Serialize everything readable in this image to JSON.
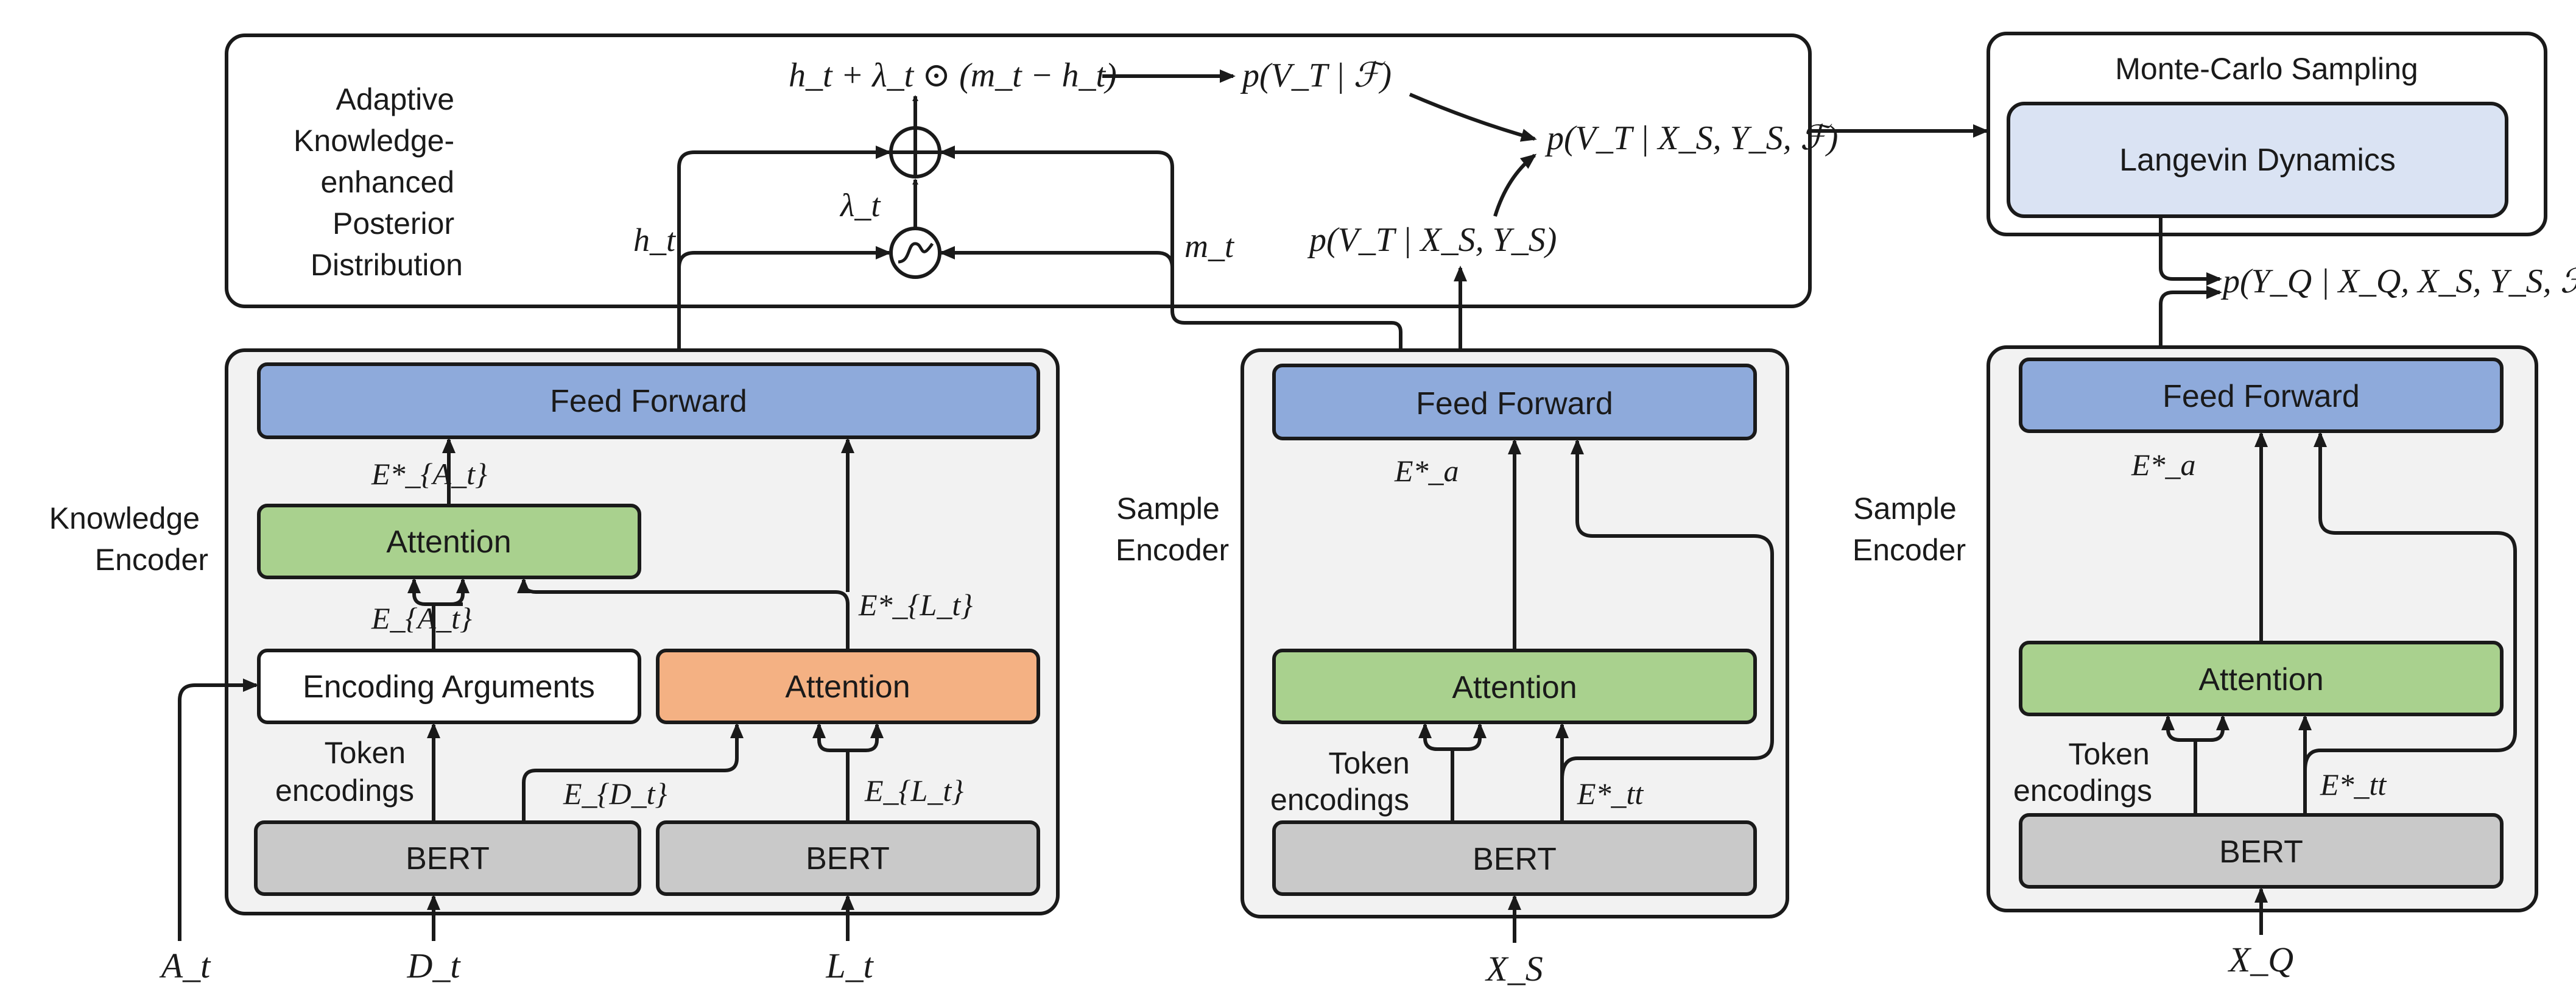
{
  "colors": {
    "feed_forward": "#8eaadb",
    "attention_green": "#a9d18e",
    "attention_orange": "#f4b183",
    "bert": "#c9c9c9",
    "langevin": "#dae3f3",
    "module_bg": "#f2f2f2",
    "stroke": "#1a1a1a"
  },
  "posterior": {
    "title_lines": [
      "Adaptive",
      "Knowledge-",
      "enhanced",
      "Posterior",
      "Distribution"
    ],
    "update_formula": "h_t + λ_t ⊙ (m_t − h_t)",
    "p_prior": "p(V_T | ℱ)",
    "p_combined": "p(V_T | X_S, Y_S, ℱ)",
    "p_sample": "p(V_T | X_S, Y_S)",
    "h_label": "h_t",
    "m_label": "m_t",
    "lambda_label": "λ_t",
    "plus_icon": "circled-plus-icon",
    "sigmoid_icon": "sigmoid-gate-icon"
  },
  "monte_carlo": {
    "title": "Monte-Carlo Sampling",
    "inner": "Langevin Dynamics",
    "output": "p(Y_Q | X_Q, X_S, Y_S, ℱ)"
  },
  "knowledge_encoder": {
    "label_lines": [
      "Knowledge",
      "Encoder"
    ],
    "feed_forward": "Feed Forward",
    "attention_a": "Attention",
    "encoding_arguments": "Encoding Arguments",
    "attention_l": "Attention",
    "bert_left": "BERT",
    "bert_right": "BERT",
    "token_lines": [
      "Token",
      "encodings"
    ],
    "e_at_star": "E*_{A_t}",
    "e_at": "E_{A_t}",
    "e_lt_star": "E*_{L_t}",
    "e_dt": "E_{D_t}",
    "e_lt": "E_{L_t}",
    "input_a": "A_t",
    "input_d": "D_t",
    "input_l": "L_t"
  },
  "sample_encoder_support": {
    "label_lines": [
      "Sample",
      "Encoder"
    ],
    "feed_forward": "Feed Forward",
    "attention": "Attention",
    "bert": "BERT",
    "token_lines": [
      "Token",
      "encodings"
    ],
    "e_a_star": "E*_a",
    "e_tt_star": "E*_tt",
    "input": "X_S"
  },
  "sample_encoder_query": {
    "label_lines": [
      "Sample",
      "Encoder"
    ],
    "feed_forward": "Feed Forward",
    "attention": "Attention",
    "bert": "BERT",
    "token_lines": [
      "Token",
      "encodings"
    ],
    "e_a_star": "E*_a",
    "e_tt_star": "E*_tt",
    "input": "X_Q"
  }
}
